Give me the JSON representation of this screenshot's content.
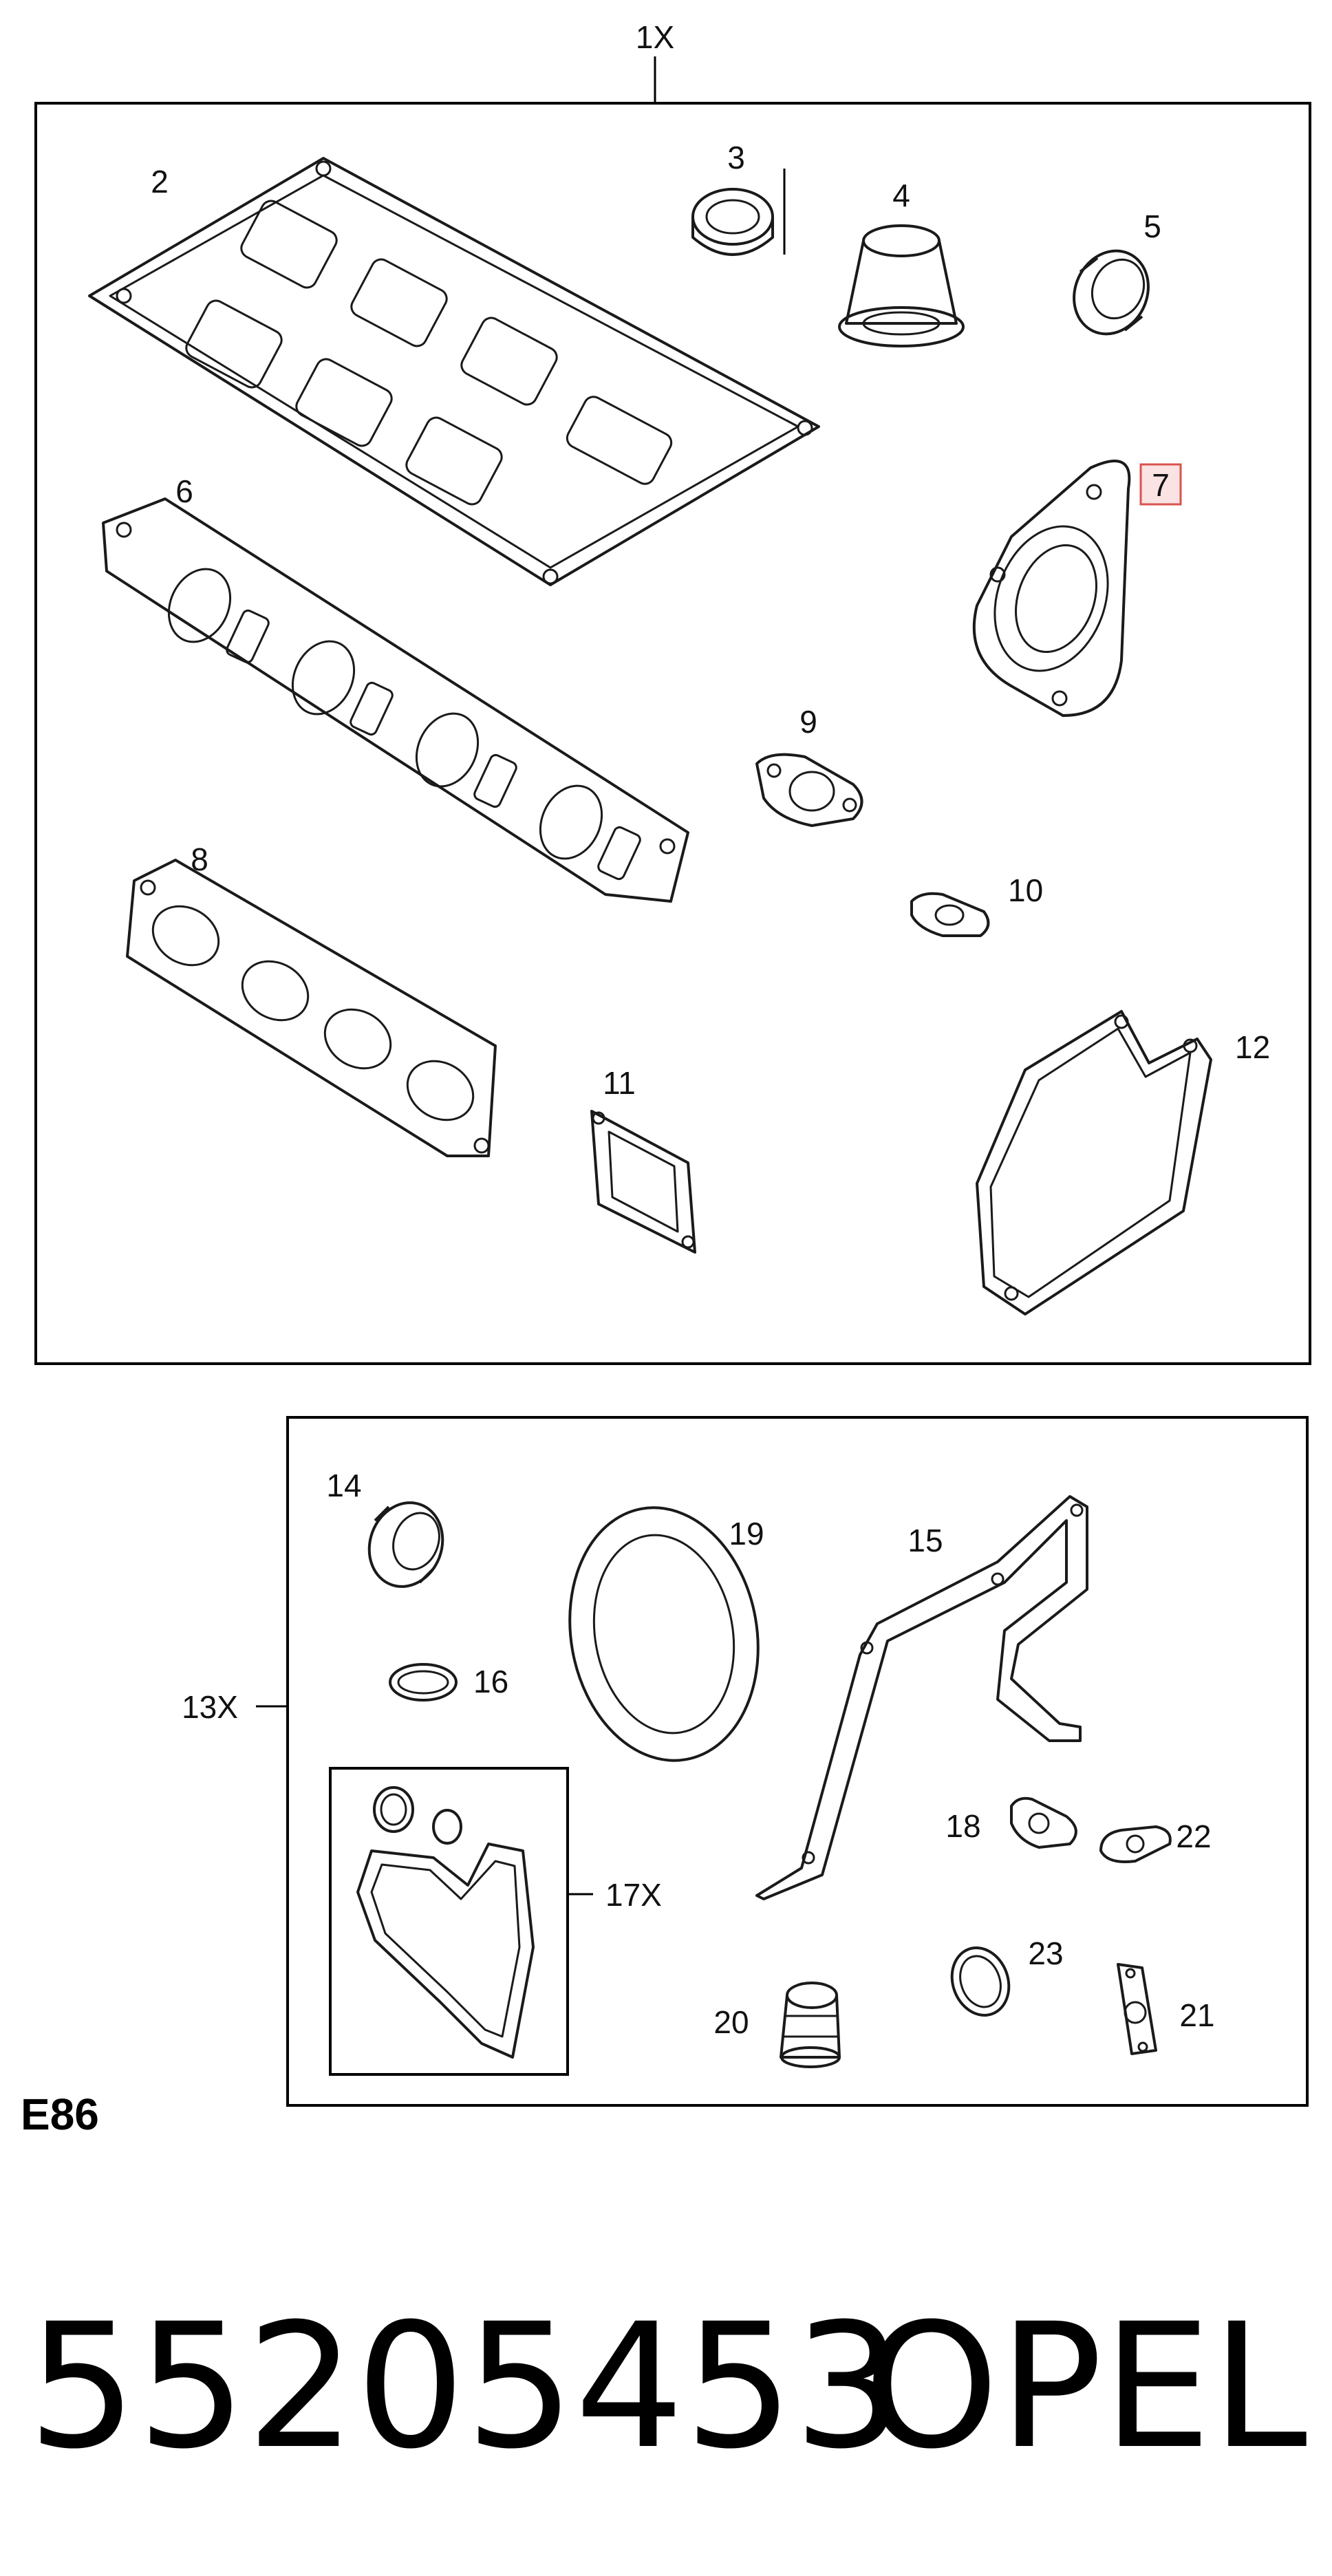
{
  "kit_group": {
    "label": "1X",
    "parts": [
      {
        "name": "2"
      },
      {
        "name": "3"
      },
      {
        "name": "4"
      },
      {
        "name": "5"
      },
      {
        "name": "6"
      },
      {
        "name": "7"
      },
      {
        "name": "8"
      },
      {
        "name": "9"
      },
      {
        "name": "10"
      },
      {
        "name": "11"
      },
      {
        "name": "12"
      }
    ]
  },
  "lower_group": {
    "label": "13X",
    "parts": [
      {
        "name": "14"
      },
      {
        "name": "15"
      },
      {
        "name": "16"
      },
      {
        "name": "18"
      },
      {
        "name": "19"
      },
      {
        "name": "20"
      },
      {
        "name": "21"
      },
      {
        "name": "22"
      },
      {
        "name": "23"
      }
    ],
    "subgroup": {
      "label": "17X"
    }
  },
  "diagram_code": "E86",
  "part_number": "55205453",
  "brand": "OPEL",
  "colors": {
    "highlight_fill": "#fbe3e3",
    "highlight_stroke": "#d9534f",
    "line": "#1a1a1a"
  }
}
